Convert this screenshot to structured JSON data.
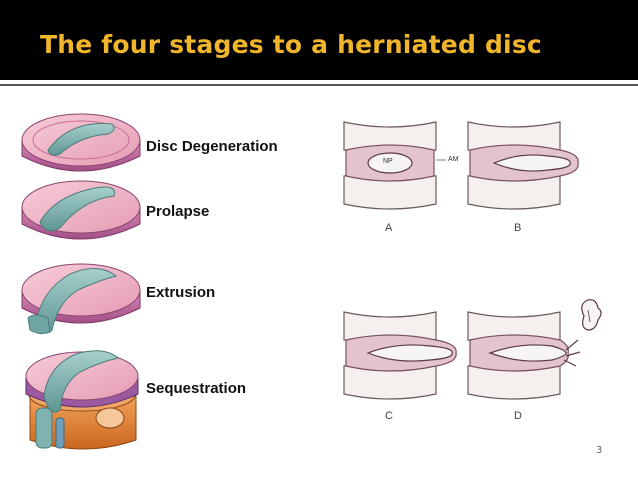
{
  "slide": {
    "title": "The four stages to a herniated disc"
  },
  "stages": [
    {
      "label": "Disc Degeneration"
    },
    {
      "label": "Prolapse"
    },
    {
      "label": "Extrusion"
    },
    {
      "label": "Sequestration"
    }
  ],
  "panels": [
    {
      "letter": "A"
    },
    {
      "letter": "B"
    },
    {
      "letter": "C"
    },
    {
      "letter": "D"
    }
  ],
  "panel_tags": {
    "nucleus": "NP",
    "annulus": "AM"
  },
  "page_mark": "3",
  "colors": {
    "title": "#f0b52a",
    "title_bar": "#000000",
    "disc_outer": "#c874a8",
    "disc_top": "#f0b8c8",
    "nucleus": "#7fb2b0",
    "vertebra": "#e6893a"
  }
}
